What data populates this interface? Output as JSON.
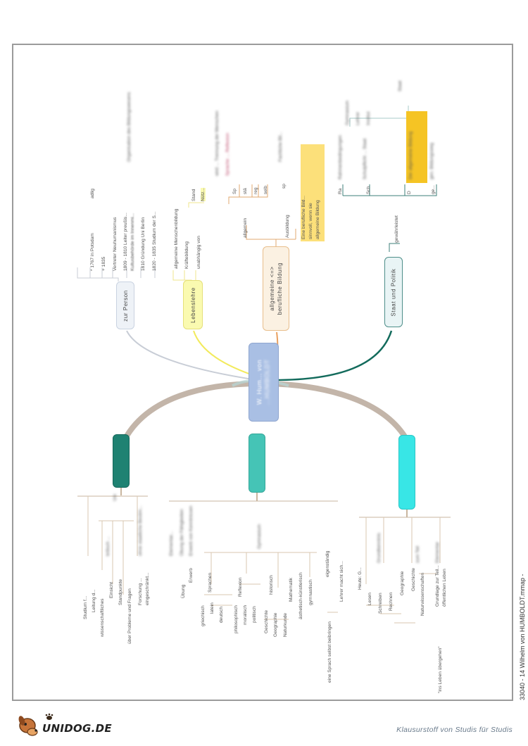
{
  "footer": {
    "brand": "UNIDOG.DE",
    "slogan": "Klausurstoff von Studis für Studis"
  },
  "side_credit": "33040 - 14 Wilhelm von HUMBOLDT.mmap -",
  "colors": {
    "center": "#a9bfe4",
    "person": "#eef2f7",
    "lebenslehre": "#fafab0",
    "bildung": "#fbf1e2",
    "staat": "#e9f4f5",
    "teal_dark": "#1f8272",
    "teal_mid": "#45c4b6",
    "cyan": "#38e6e6",
    "orange_branch": "#d6a56b",
    "highlight": "#f5c424"
  },
  "center": {
    "label_1": "W. Hum... von",
    "label_2": "...HUMBOLDT"
  },
  "nodes": {
    "zur_person": "zur Person",
    "lebenslehre": "Lebenslehre",
    "bildung_1": "allgemeine <=>",
    "bildung_2": "berufliche Bildung",
    "staat": "Staat und Politik"
  },
  "person_items": [
    "* 1767 in Potsdam",
    "+ 1835",
    "Vertreter Neuhumanismus",
    "1809 - 1810 Leiter preußis...",
    "Kultusbehörde im Innenmi...",
    "1810 Gründung Uni Berlin",
    "1820 - 1835 Studium der S..."
  ],
  "person_small": "adlig",
  "lebenslehre_items": [
    "allgemeine Menschenbildung",
    "Kräftebildung",
    "unabhängig von",
    "Stand",
    "Nütz..."
  ],
  "bildung_items": {
    "allgemein": "allgemein",
    "ausbildung": "Ausbildung",
    "sp": "Sp",
    "sta": "stä",
    "reg": "reg",
    "selb": "selb",
    "highlight_1": "Eine berufliche Bild...",
    "highlight_2": "sinnvoll, wenn sie",
    "highlight_3": "allgemeine Bildung"
  },
  "staat_items": {
    "gewahrleistet": "gewährleistet",
    "ra": "Ra",
    "sch": "Sch",
    "d": "D",
    "g": "ge..."
  },
  "bottom_left": [
    "Studium f...",
    "Leitung d...",
    "wissenschaftliches",
    "Einsicht",
    "Standpunkte",
    "über Probleme und Fragen",
    "Forschung ...",
    "eingeschränkt..."
  ],
  "bottom_middle": {
    "ubung": "Übung",
    "erwerb": "Erwerb",
    "sprachen": "Sprachen",
    "griechisch": "griechisch",
    "latein": "latein",
    "deutsch": "deutsch",
    "reflexion": "Reflexion",
    "philosophisch": "philosophisch",
    "moralisch": "moralisch",
    "politisch": "politisch",
    "historisch": "historisch",
    "geschichte": "Geschichte",
    "geographie": "Geographie",
    "naturkunde": "Naturkunde",
    "mathematik": "Mathematik",
    "aesthetisch": "ästhetisch-künstlerisch",
    "gymnastisch": "gymnastisch",
    "eigenstaendig": "eigenständig",
    "sprach": "eine Sprach selbst beibringen",
    "lehrer": "Lehrer macht sich..."
  },
  "bottom_right": {
    "heute": "Heute: G...",
    "lesen": "Lesen",
    "schreiben": "Schreiben",
    "rechnen": "Rechnen",
    "geographie": "Geographie",
    "geschichte": "Geschichte",
    "natur": "Naturwissenschaften",
    "grundlage_1": "Grundlage zur Teil...",
    "grundlage_2": "öffentlichen Leben",
    "ins_leben": "\"ins Leben übergehen\""
  }
}
